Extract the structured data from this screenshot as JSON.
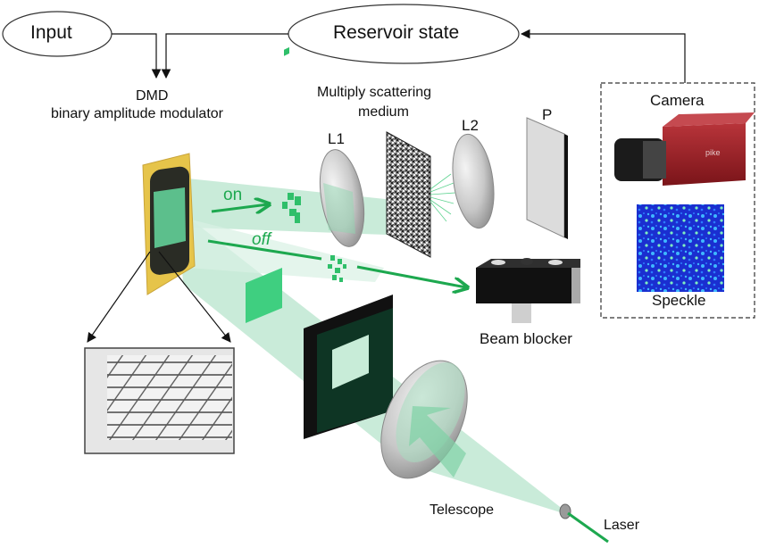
{
  "diagram": {
    "nodes": {
      "input": "Input",
      "reservoir_state": "Reservoir state"
    },
    "labels": {
      "dmd_line1": "DMD",
      "dmd_line2": "binary amplitude modulator",
      "medium_line1": "Multiply scattering",
      "medium_line2": "medium",
      "l1": "L1",
      "l2": "L2",
      "p": "P",
      "camera": "Camera",
      "speckle": "Speckle",
      "beam_blocker": "Beam blocker",
      "telescope": "Telescope",
      "laser": "Laser",
      "on": "on",
      "off": "off",
      "camera_brand": "pike"
    },
    "colors": {
      "beam": "#bfe8d2",
      "beam_dark": "#8fd6b0",
      "arrow_green": "#1da84f",
      "pattern_green": "#2fbf6a",
      "camera_red": "#9b1c22",
      "dmd_gold": "#e6c44a",
      "speckle_bg": "#1a2fd0"
    },
    "edges": [
      {
        "from": "Input",
        "to": "DMD"
      },
      {
        "from": "Reservoir state",
        "to": "DMD"
      },
      {
        "from": "Camera",
        "to": "Reservoir state"
      }
    ]
  }
}
